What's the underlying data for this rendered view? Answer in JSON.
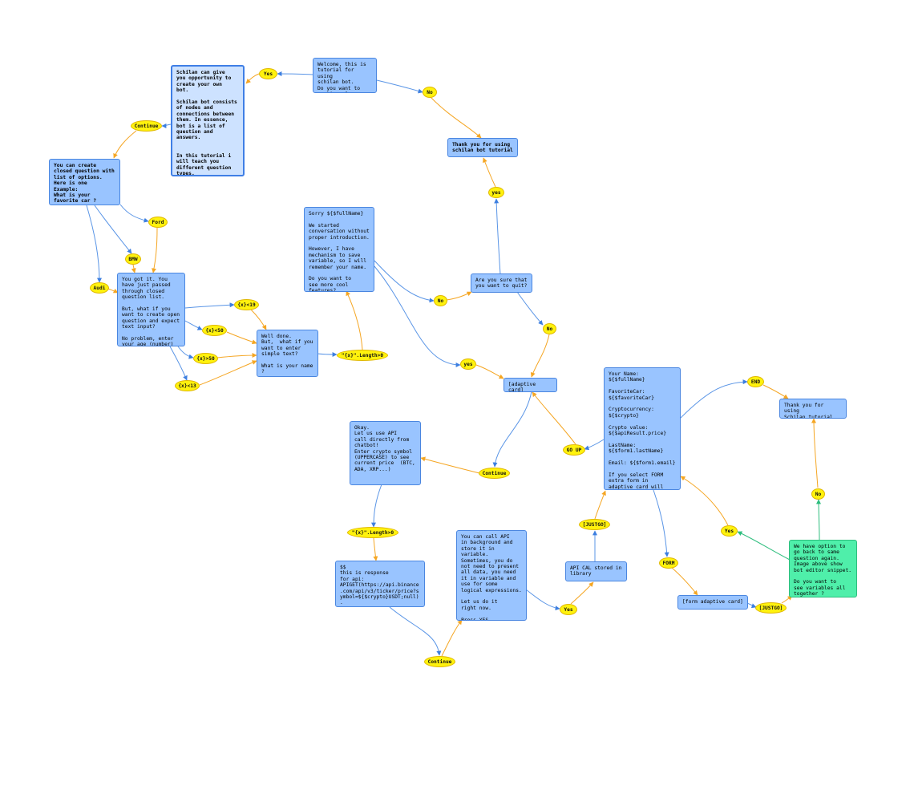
{
  "nodes": {
    "welcome": "Welcome, this is\ntutorial for using\nschilan bot.\nDo you want to\ncontinue ?",
    "intro": "Schilan can give\nyou opportunity to\ncreate your own\nbot.\n\nSchilan bot consists\nof nodes and\nconnections between\nthem. In essence,\nbot is a list of\nquestion and answers.\n\n\nIn this tutorial i\nwill teach you\ndifferent question\ntypes.\n\nJust press CONTINUE",
    "thanks1": "Thank you for using\nschilan bot tutorial",
    "closed_q": "You can create\nclosed question with\nlist of options.\nHere is one\nExample:\nWhat is your\nfavorite car ?",
    "sorry": "Sorry ${$fullName}\n\nWe started\nconversation without\nproper introduction.\n\nHowever, I have\nmechanism to save\nvariable, so I will\nremember your name.\n\nDo you want to\nsee more cool\nfeatures?",
    "got_it": "You got it. You\nhave just passed\nthrough closed\nquestion list.\n\nBut, what if you\nwant to create open\nquestion and expect\ntext input?\n\nNo problem, enter\nyour age (number)",
    "sure_quit": "Are you sure that\nyou want to quit?",
    "well_done": "Well done.\nBut,  what if you\nwant to enter\nsimple text?\n\nWhat is your name\n?",
    "adaptive": "[adaptive card]",
    "summary": "Your Name:\n${$fullName}\n\nFavoriteCar:\n${$favoriteCar}\n\nCryptocurrency:\n${$crypto}\n\nCrypto value:\n${$apiResult.price}\n\nLastName:\n${$form1.lastName}\n\nEmail: ${$form1.email}\n\nIf you select FORM\nextra form in\nadaptive card will\nbe opened for you",
    "thanks2": "Thank you for using\nSchilan tutorial",
    "okay_api": "Okay.\nLet us use API\ncall directly from\nchatbot!\nEnter crypto symbol\n(UPPERCASE) to see\ncurrent price  (BTC,\nADA, XRP...)",
    "call_api": "You can call API\nin background and\nstore it in\nvariable.\nSometimes, you do\nnot need to present\nall data, you need\nit in variable and\nuse for some\nlogical expressions.\n\nLet us do it\nright now.\n\nPress YES",
    "api_call_lib": "API CAL stored in\nlibrary",
    "response": "$$\nthis is response\nfor api:\nAPIGET(https://api.binance\n.com/api/v3/ticker/price?s\nymbol=${$crypto}USDT;null)\n.",
    "form_card": "[form adaptive card]",
    "go_back": "We have option to\ngo back to same\nquestion again.\nImage above show\nbot editor snippet.\n\nDo you want to\nsee variables all\ntogether ?"
  },
  "pills": {
    "yes_top": "Yes",
    "no_top": "No",
    "continue_top": "Continue",
    "ford": "Ford",
    "bmw": "BMW",
    "audi": "Audi",
    "yes_quit": "yes",
    "lt19": "{x}<19",
    "lt50": "{x}<50",
    "gt50": "{x}>50",
    "lt13": "{x}<13",
    "len_name": "\"{x}\".Length>0",
    "no_mid": "No",
    "no_quit": "No",
    "yes_mid": "yes",
    "end": "END",
    "go_up": "GO UP",
    "continue_mid": "Continue",
    "len_crypto": "\"{x}\".Length>0",
    "justgo1": "[JUSTGO]",
    "yes_api": "Yes",
    "form": "FORM",
    "justgo2": "[JUSTGO]",
    "yes_right": "Yes",
    "no_right": "No",
    "continue_bottom": "Continue"
  }
}
